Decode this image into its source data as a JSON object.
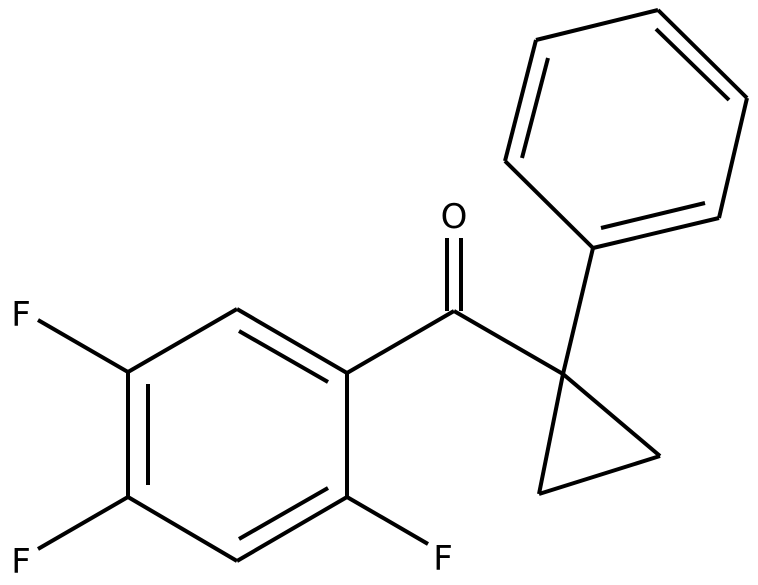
{
  "molecule": {
    "atom_labels": {
      "oxygen": "O",
      "fluorine_top": "F",
      "fluorine_left_bottom": "F",
      "fluorine_right_bottom": "F"
    }
  },
  "colors": {
    "bond": "#000000",
    "background": "#ffffff"
  }
}
